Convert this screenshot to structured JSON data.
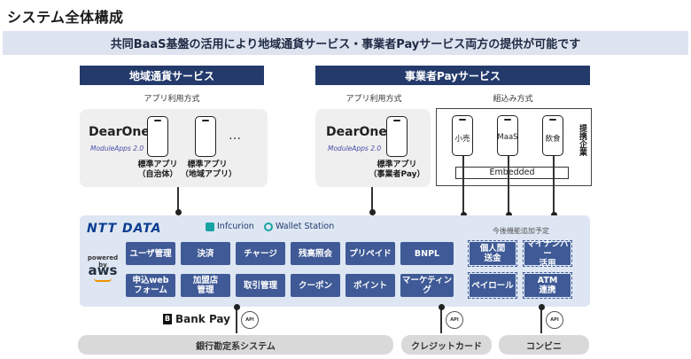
{
  "title": "システム全体構成",
  "subtitle": "共同BaaS基盤の活用により地域通貨サービス・事業者Payサービス両方の提供が可能です",
  "regional": {
    "header": "地域通貨サービス",
    "method": "アプリ利用方式",
    "logo_main": "DearOne",
    "logo_sub": "ModuleApps 2.0",
    "ellipsis": "…",
    "caption1_line1": "標準アプリ",
    "caption1_line2": "（自治体）",
    "caption2_line1": "標準アプリ",
    "caption2_line2": "（地域アプリ）"
  },
  "business": {
    "header": "事業者Payサービス",
    "method_app": "アプリ利用方式",
    "method_embed": "組込み方式",
    "logo_main": "DearOne",
    "logo_sub": "ModuleApps 2.0",
    "caption_line1": "標準アプリ",
    "caption_line2": "（事業者Pay）",
    "phones": [
      "小売",
      "MaaS",
      "飲食"
    ],
    "embedded": "Embedded",
    "partner_label": "提携企業"
  },
  "platform": {
    "nttdata": "NTT DATA",
    "infcurion": "Infcurion",
    "wallet_station": "Wallet Station",
    "powered_by": "powered by",
    "aws": "aws",
    "future_label": "今後機能追加予定",
    "functions_row1": [
      "ユーザ管理",
      "決済",
      "チャージ",
      "残高照会",
      "プリペイド",
      "BNPL"
    ],
    "functions_row2_line1": [
      "申込web",
      "加盟店",
      "",
      "",
      "",
      ""
    ],
    "functions_row2_line2": [
      "フォーム",
      "管理",
      "取引管理",
      "クーポン",
      "ポイント",
      "マーケティング"
    ],
    "future_row1_line1": [
      "個人間",
      "マイナンバー"
    ],
    "future_row1_line2": [
      "送金",
      "活用"
    ],
    "future_row2_line1": [
      "",
      "ATM"
    ],
    "future_row2_line2": [
      "ペイロール",
      "連携"
    ]
  },
  "bankpay": "Bank Pay",
  "api_label": "API",
  "bottom": {
    "bank": "銀行勘定系システム",
    "credit": "クレジットカード",
    "convenience": "コンビニ"
  },
  "colors": {
    "header_navy": "#233a6b",
    "function_blue": "#3f5a96",
    "platform_bg": "#dde6f2",
    "subtitle_bg": "#dde3ef",
    "nttdata_blue": "#0b3d91",
    "aws_orange": "#f29100"
  }
}
